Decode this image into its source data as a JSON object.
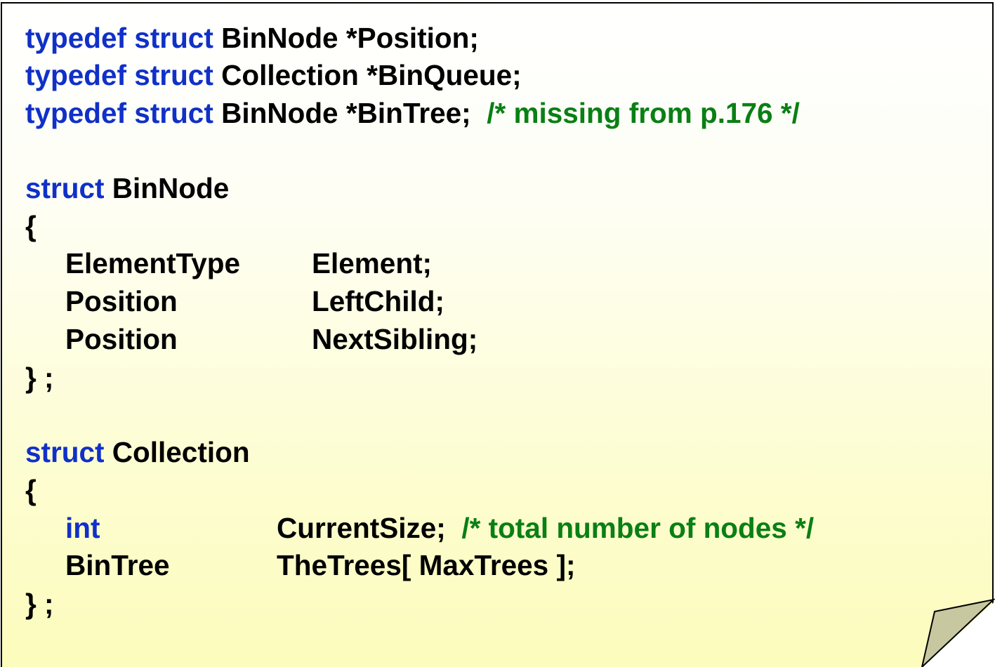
{
  "typedefs": [
    {
      "kw1": "typedef",
      "kw2": "struct",
      "name": "BinNode",
      "alias": "*Position;",
      "comment": ""
    },
    {
      "kw1": "typedef",
      "kw2": "struct",
      "name": "Collection",
      "alias": "*BinQueue;",
      "comment": ""
    },
    {
      "kw1": "typedef",
      "kw2": "struct",
      "name": "BinNode",
      "alias": "*BinTree;",
      "comment": "/* missing from p.176 */"
    }
  ],
  "binnode": {
    "kw": "struct",
    "name": "BinNode",
    "open": "{",
    "fields": [
      {
        "type": "ElementType",
        "name": "Element;"
      },
      {
        "type": "Position",
        "name": "LeftChild;"
      },
      {
        "type": "Position",
        "name": "NextSibling;"
      }
    ],
    "close": "} ;"
  },
  "collection": {
    "kw": "struct",
    "name": "Collection",
    "open": "{",
    "fields": [
      {
        "type": "int",
        "name": "CurrentSize;",
        "comment": "/* total number of nodes */"
      },
      {
        "type": "BinTree",
        "name": "TheTrees[ MaxTrees ];",
        "comment": ""
      }
    ],
    "close": "} ;"
  },
  "colors": {
    "keyword": "#1030c8",
    "comment": "#0a7f14",
    "text": "#000000",
    "note_background_bottom": "#fcfcbc",
    "curl_fill": "#c8c8a0"
  }
}
